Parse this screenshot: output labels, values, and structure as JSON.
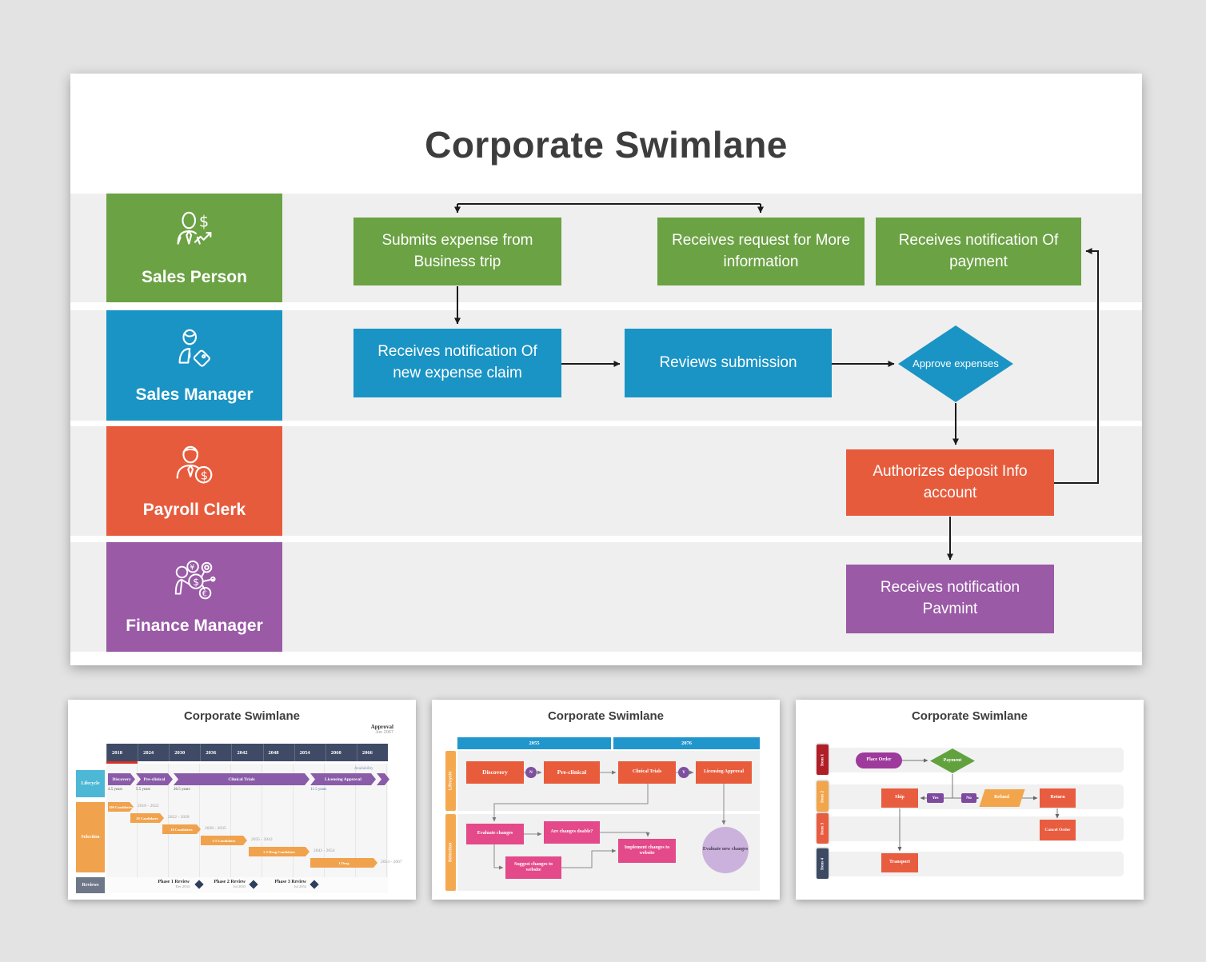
{
  "colors": {
    "page_bg": "#e3e3e3",
    "lane_stripe": "#efefef",
    "green": "#6ba244",
    "blue": "#1a94c5",
    "orange_red": "#e75b3d",
    "purple": "#9a5aa6",
    "arrow": "#1b1b1b",
    "timeline_navy": "#3f4b66",
    "timeline_purple": "#8a5ba8",
    "timeline_orange": "#f0a24d",
    "timeline_blue_label": "#4cb8d5",
    "reviews_gray": "#6d7787",
    "t2_header_blue": "#2196cd",
    "t2_pink": "#e4498a",
    "t2_circle_purple": "#7f4fa0",
    "t2_light_purple": "#cbb2dc",
    "t3_item1_red": "#b01e28",
    "t3_item2_orange": "#f2a54b",
    "t3_item3_orange_red": "#e85c3f",
    "t3_item4_navy": "#3d4a63",
    "t3_pill_purple": "#9e3a9b",
    "t3_payment_green": "#61a23f"
  },
  "main": {
    "title": "Corporate Swimlane",
    "lanes": [
      {
        "label": "Sales Person"
      },
      {
        "label": "Sales Manager"
      },
      {
        "label": "Payroll Clerk"
      },
      {
        "label": "Finance Manager"
      }
    ],
    "nodes": {
      "submit": "Submits expense from Business trip",
      "request_info": "Receives request for More information",
      "payment_notice": "Receives notification Of payment",
      "new_claim": "Receives notification Of new expense claim",
      "review": "Reviews submission",
      "approve": "Approve expenses",
      "authorize": "Authorizes deposit Info account",
      "final_notice": "Receives notification Pavmint"
    }
  },
  "thumbs": [
    {
      "title": "Corporate Swimlane",
      "approval_label": "Approval",
      "approval_date": "Jun 2067",
      "years": [
        "2018",
        "2024",
        "2030",
        "2036",
        "2042",
        "2048",
        "2054",
        "2060",
        "2066"
      ],
      "availability": "Availability",
      "lane_lifecycle": "Lifecycle",
      "lane_selection": "Selection",
      "lane_reviews": "Reviews",
      "phases": [
        {
          "label": "Discovery",
          "duration": "4.5 years"
        },
        {
          "label": "Pre-clinical",
          "duration": "5.5 years"
        },
        {
          "label": "Clinical Trials",
          "duration": "26.5 years"
        },
        {
          "label": "Licensing Approval",
          "duration": "11.5 years"
        }
      ],
      "candidates": [
        {
          "label": "100 Candidates",
          "range": "2018 - 2022"
        },
        {
          "label": "20 Candidates",
          "range": "2022 - 2028"
        },
        {
          "label": "10 Candidates",
          "range": "2028 - 2035"
        },
        {
          "label": "2-5 Candidates",
          "range": "2035 - 2043"
        },
        {
          "label": "1-2 Drug Candidates",
          "range": "2043 - 2054"
        },
        {
          "label": "1 Drug",
          "range": "2054 - 2067"
        }
      ],
      "reviews": [
        {
          "label": "Phase 1 Review",
          "date": "Dec 2034"
        },
        {
          "label": "Phase 2 Review",
          "date": "Jul 2043"
        },
        {
          "label": "Phase 3 Review",
          "date": "Jul 2054"
        }
      ]
    },
    {
      "title": "Corporate Swimlane",
      "columns": [
        "2055",
        "2076"
      ],
      "lane_lifecycle": "Lifecycle",
      "lane_selection": "Selection",
      "nodes": {
        "discovery": "Discovery",
        "n": "N",
        "preclinical": "Pre-clinical",
        "trials": "Clinical Trials",
        "y": "Y",
        "licensing": "Licensing Approval",
        "evaluate": "Evaluate changes",
        "doable": "Are changes doable?",
        "implement": "Implement changes to website",
        "suggest": "Suggest changes to website",
        "evaluate_new": "Evaluate new changes"
      }
    },
    {
      "title": "Corporate Swimlane",
      "items": [
        "Item 1",
        "Item 2",
        "Item 3",
        "Item 4"
      ],
      "nodes": {
        "place_order": "Place Order",
        "payment": "Payment",
        "ship": "Ship",
        "yes": "Yes",
        "no": "No",
        "refund": "Refund",
        "return": "Return",
        "cancel": "Cancel Order",
        "transport": "Transport"
      }
    }
  ]
}
